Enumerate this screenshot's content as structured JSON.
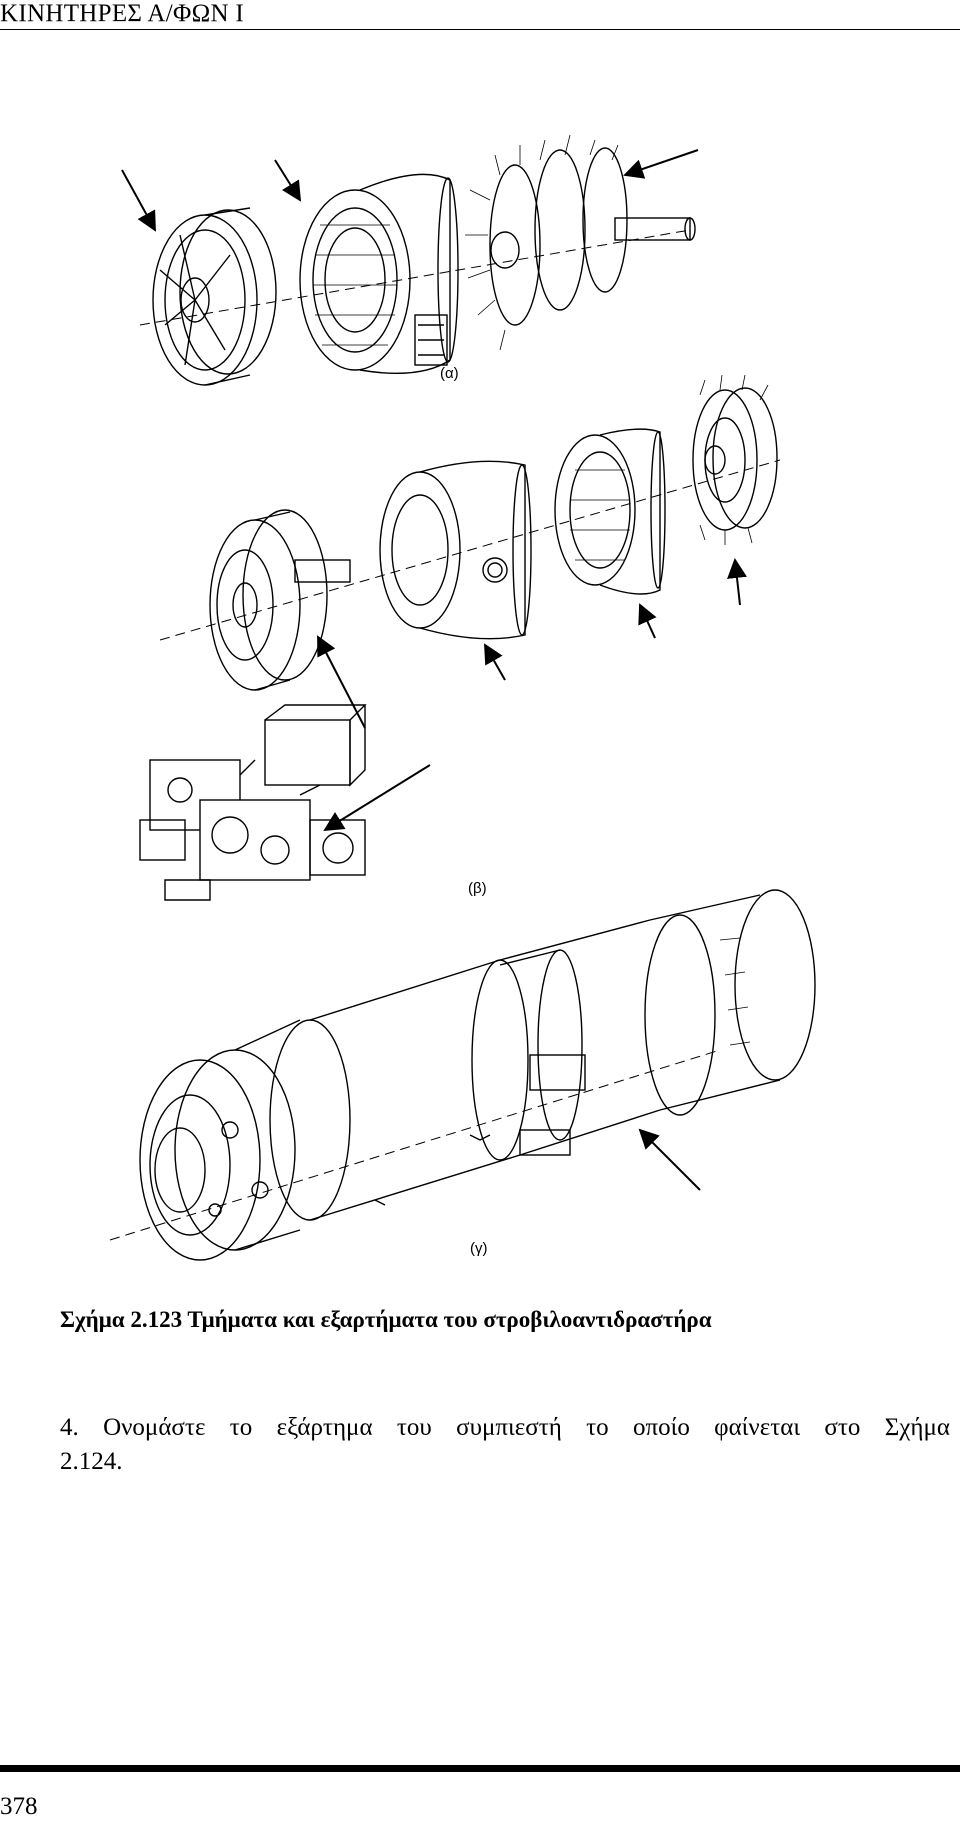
{
  "header": {
    "title": "ΚΙΝΗΤΗΡΕΣ Α/ΦΩΝ Ι"
  },
  "figure": {
    "labels": {
      "a": "(α)",
      "b": "(β)",
      "c": "(γ)"
    },
    "caption": "Σχήμα 2.123 Τμήματα και εξαρτήματα του στροβιλοαντιδραστήρα"
  },
  "question": {
    "number": "4.",
    "words": [
      "Ονομάστε",
      "το",
      "εξάρτημα",
      "του",
      "συμπιεστή",
      "το",
      "οποίο",
      "φαίνεται",
      "στο",
      "Σχήμα"
    ],
    "line2": "2.124."
  },
  "footer": {
    "page_number": "378"
  }
}
